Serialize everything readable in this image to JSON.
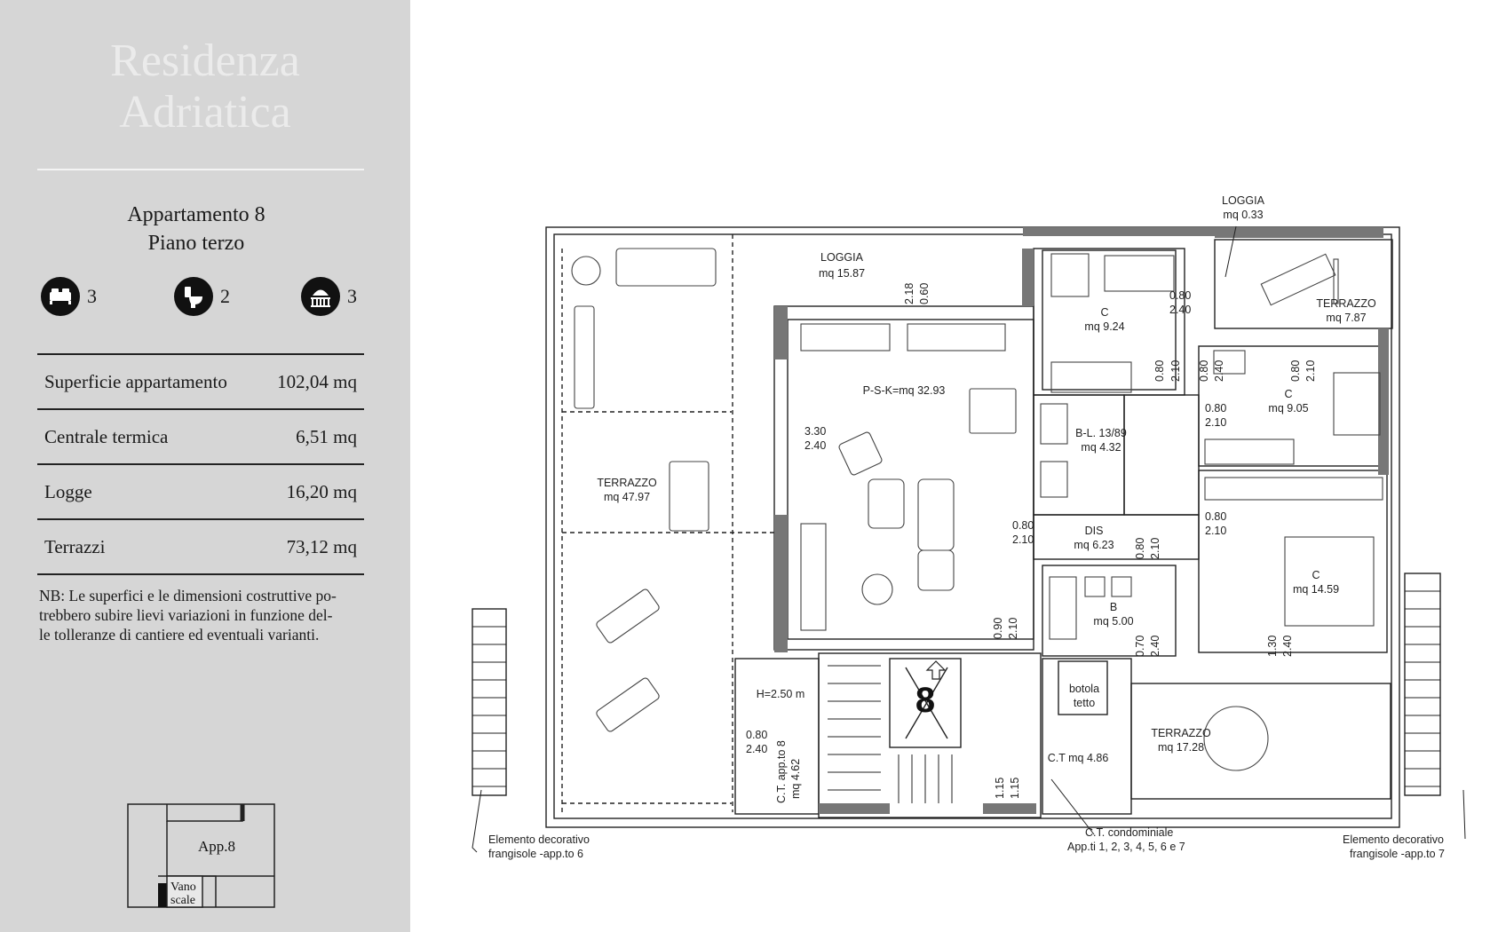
{
  "sidebar": {
    "brand_line1": "Residenza",
    "brand_line2": "Adriatica",
    "apartment_title": "Appartamento 8",
    "floor": "Piano terzo",
    "features": [
      {
        "icon": "bed-icon",
        "count": "3"
      },
      {
        "icon": "toilet-icon",
        "count": "2"
      },
      {
        "icon": "terrace-icon",
        "count": "3"
      }
    ],
    "stats": [
      {
        "label": "Superficie appartamento",
        "value": "102,04 mq"
      },
      {
        "label": "Centrale termica",
        "value": "6,51 mq"
      },
      {
        "label": "Logge",
        "value": "16,20 mq"
      },
      {
        "label": "Terrazzi",
        "value": "73,12 mq"
      }
    ],
    "note_line1": "NB: Le superfici e le dimensioni costruttive po-",
    "note_line2": "trebbero subire lievi variazioni in funzione del-",
    "note_line3": "le tolleranze di cantiere ed eventuali varianti.",
    "keyplan": {
      "apt_label": "App.8",
      "stair_label1": "Vano",
      "stair_label2": "scale"
    }
  },
  "plan": {
    "loggia_small": [
      "LOGGIA",
      "mq 0.33"
    ],
    "loggia_main": [
      "LOGGIA",
      "mq 15.87"
    ],
    "terrazzo_ne": [
      "TERRAZZO",
      "mq 7.87"
    ],
    "terrazzo_w": [
      "TERRAZZO",
      "mq 47.97"
    ],
    "terrazzo_se": [
      "TERRAZZO",
      "mq 17.28"
    ],
    "c1": [
      "C",
      "mq 9.24"
    ],
    "c2": [
      "C",
      "mq 9.05"
    ],
    "c3": [
      "C",
      "mq 14.59"
    ],
    "psk": "P-S-K=mq 32.93",
    "bl": [
      "B-L. 13/89",
      "mq 4.32"
    ],
    "dis": [
      "DIS",
      "mq 6.23"
    ],
    "b": [
      "B",
      "mq 5.00"
    ],
    "ct_cond_room": "C.T mq 4.86",
    "botola": [
      "botola",
      "tetto"
    ],
    "height": "H=2.50 m",
    "ct_app8": [
      "C.T. app.to 8",
      "mq 4.62"
    ],
    "apt_number": "8",
    "openings": {
      "d1": [
        "2.18",
        "0.60"
      ],
      "d2": [
        "0.80",
        "2.40"
      ],
      "d3": [
        "0.80",
        "2.10"
      ],
      "d4": [
        "0.80",
        "2.40"
      ],
      "d5": [
        "0.80",
        "2.10"
      ],
      "d6": [
        "3.30",
        "2.40"
      ],
      "d7": [
        "0.80",
        "2.10"
      ],
      "d8": [
        "0.80",
        "2.10"
      ],
      "d9": [
        "0.80",
        "2.10"
      ],
      "d10": [
        "0.80",
        "2.10"
      ],
      "d11": [
        "0.90",
        "2.10"
      ],
      "d12": [
        "0.70",
        "2.40"
      ],
      "d13": [
        "1.30",
        "2.40"
      ],
      "d14": [
        "0.80",
        "2.40"
      ],
      "d15": [
        "1.15",
        "1.15"
      ]
    },
    "elem_dec_left": [
      "Elemento decorativo",
      "frangisole -app.to 6"
    ],
    "elem_dec_right": [
      "Elemento decorativo",
      "frangisole -app.to 7"
    ],
    "ct_condominiale": [
      "C.T. condominiale",
      "App.ti 1, 2, 3, 4, 5, 6 e 7"
    ]
  }
}
